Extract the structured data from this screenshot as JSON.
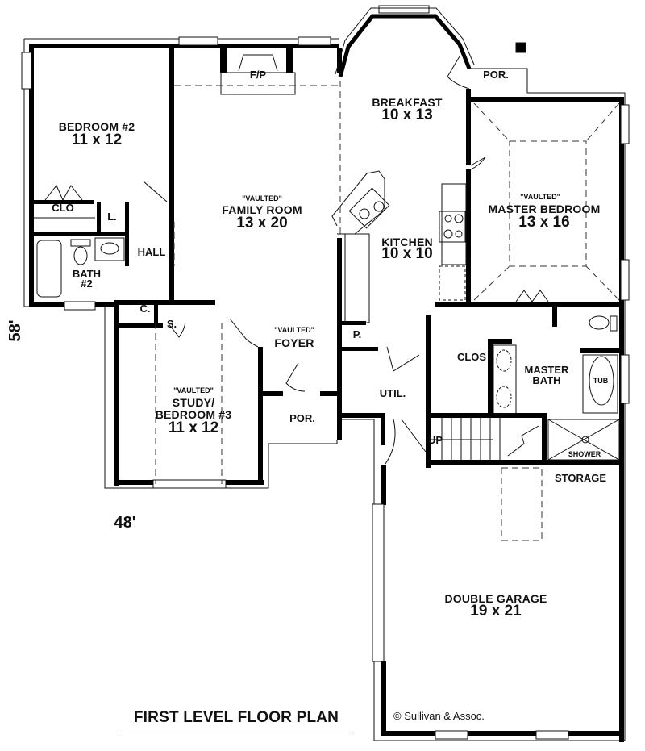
{
  "plan": {
    "title": "FIRST LEVEL FLOOR PLAN",
    "copyright": "© Sullivan & Assoc.",
    "dimensions": {
      "width": "48'",
      "depth": "58'"
    },
    "colors": {
      "wall": "#000000",
      "line": "#222222",
      "background": "#ffffff"
    }
  },
  "rooms": {
    "bedroom2": {
      "name": "BEDROOM #2",
      "size": "11 x 12"
    },
    "family": {
      "note": "\"VAULTED\"",
      "name": "FAMILY ROOM",
      "size": "13 x 20"
    },
    "fireplace": {
      "name": "F/P"
    },
    "breakfast": {
      "name": "BREAKFAST",
      "size": "10 x 13"
    },
    "porch_rear": {
      "name": "POR."
    },
    "master": {
      "note": "\"VAULTED\"",
      "name": "MASTER BEDROOM",
      "size": "13 x 16"
    },
    "kitchen": {
      "name": "KITCHEN",
      "size": "10 x 10"
    },
    "closet_bed2": {
      "name": "CLO"
    },
    "linen": {
      "name": "L."
    },
    "hall": {
      "name": "HALL"
    },
    "bath2": {
      "name": "BATH",
      "name2": "#2"
    },
    "coat": {
      "name": "C."
    },
    "storage_small": {
      "name": "S."
    },
    "foyer": {
      "note": "\"VAULTED\"",
      "name": "FOYER"
    },
    "pantry": {
      "name": "P."
    },
    "study": {
      "note": "\"VAULTED\"",
      "name": "STUDY/",
      "name2": "BEDROOM #3",
      "size": "11 x 12"
    },
    "porch_front": {
      "name": "POR."
    },
    "util": {
      "name": "UTIL."
    },
    "master_closet": {
      "name": "CLOS"
    },
    "master_bath": {
      "name": "MASTER",
      "name2": "BATH"
    },
    "tub": {
      "name": "TUB"
    },
    "shower": {
      "name": "SHOWER"
    },
    "stairs": {
      "name": "UP"
    },
    "storage": {
      "name": "STORAGE"
    },
    "garage": {
      "name": "DOUBLE GARAGE",
      "size": "19 x 21"
    }
  }
}
